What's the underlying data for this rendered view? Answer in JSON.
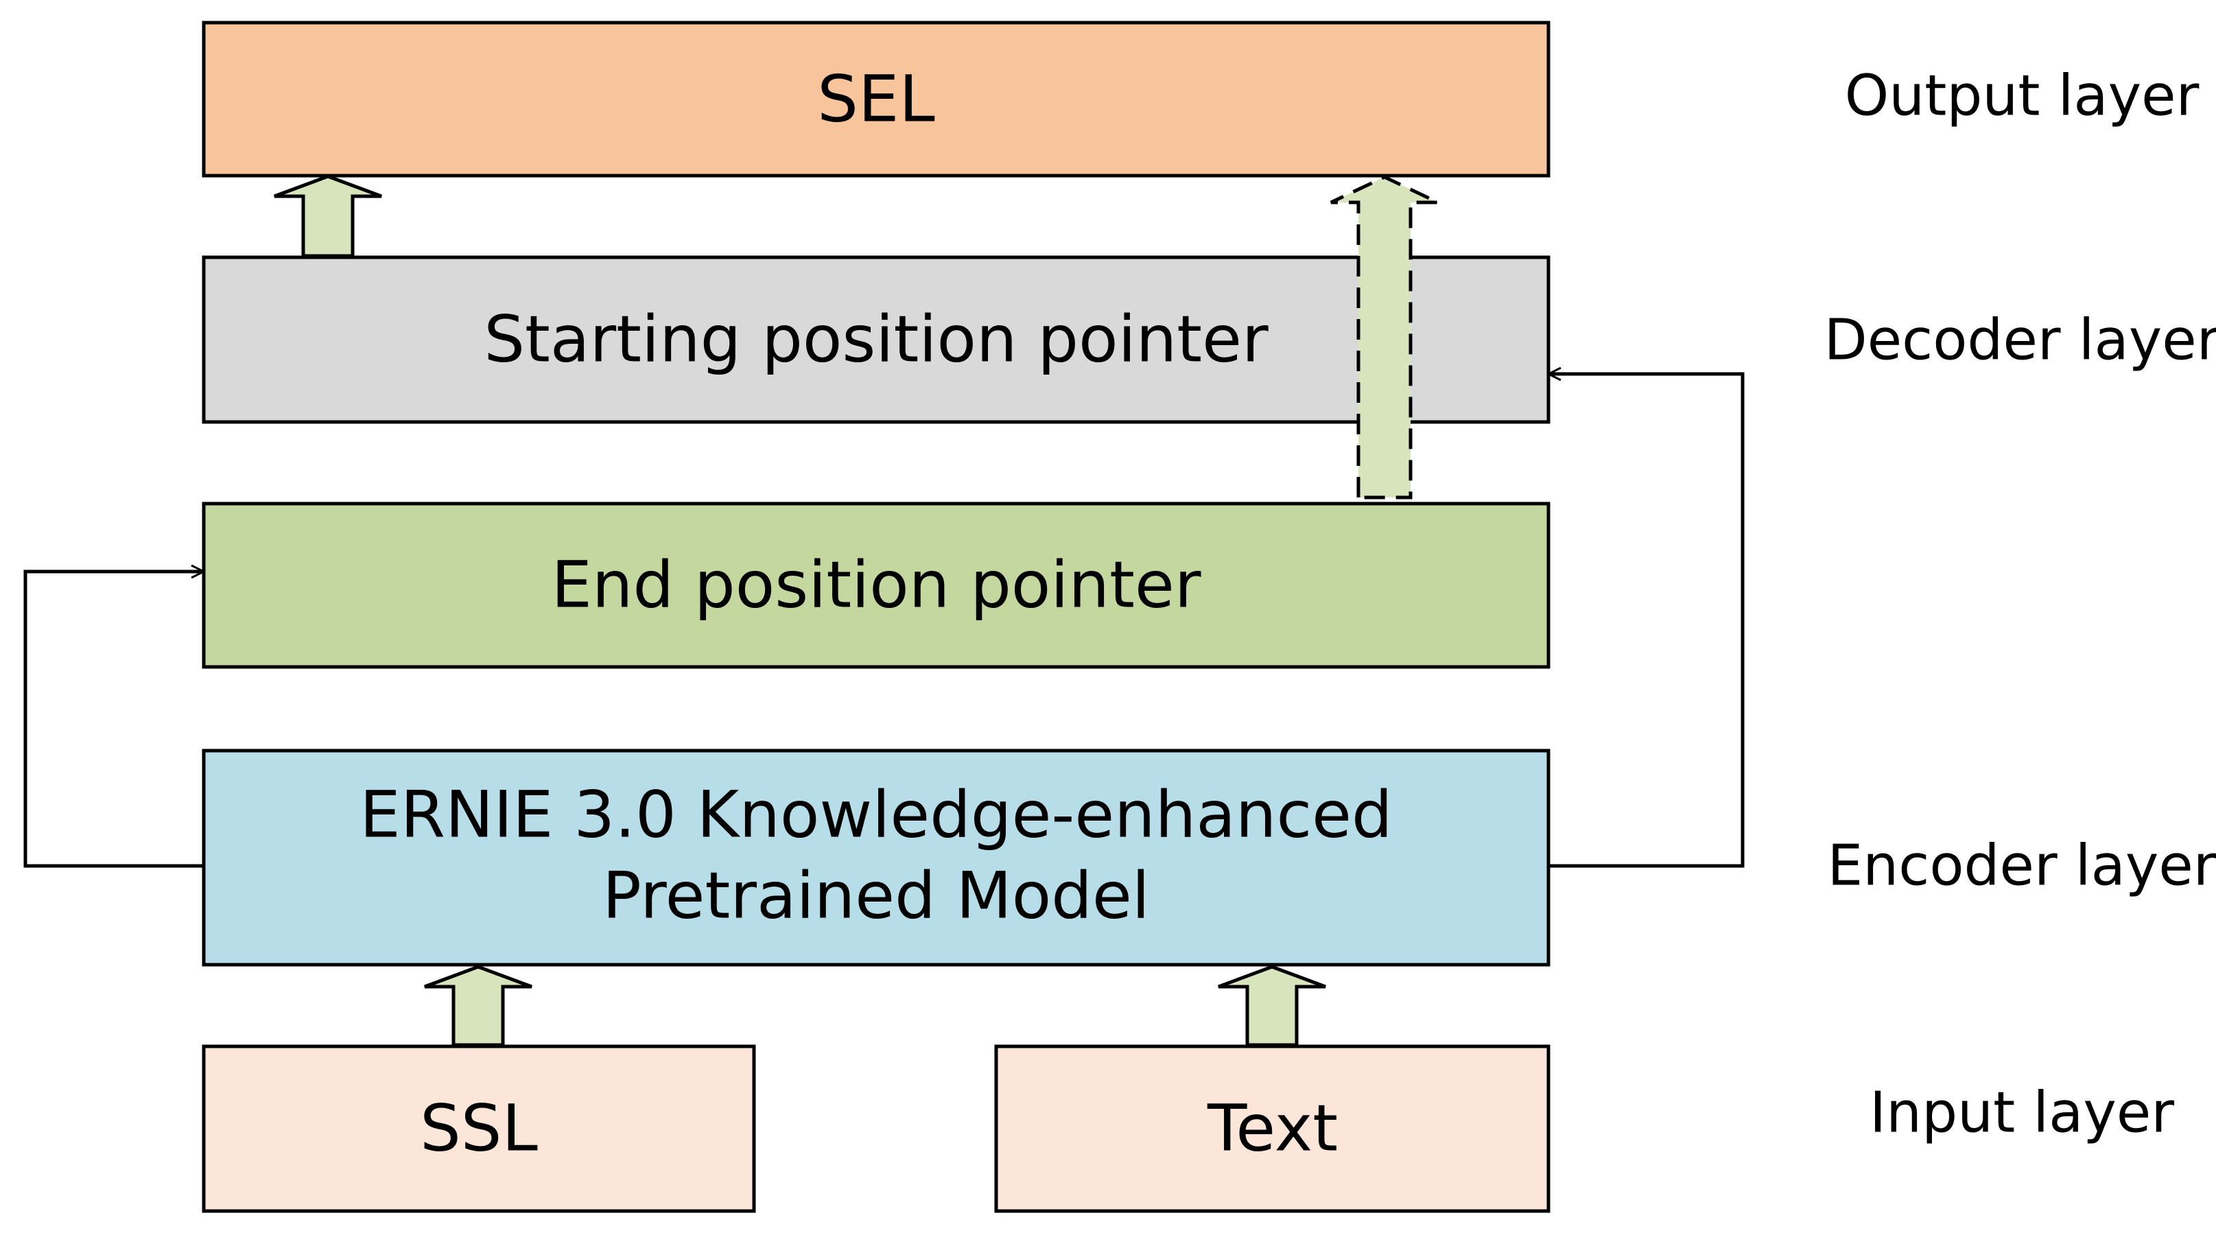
{
  "colors": {
    "output_fill": "#F8C49C",
    "decoder_fill": "#D9D9D9",
    "end_fill": "#C4D79F",
    "encoder_fill": "#B7DDE8",
    "input_fill": "#FCE6D9",
    "arrow_fill": "#D8E4BC",
    "stroke": "#000000"
  },
  "boxes": {
    "sel": "SEL",
    "start_pointer": "Starting position pointer",
    "end_pointer": "End position pointer",
    "encoder_line1": "ERNIE 3.0 Knowledge-enhanced",
    "encoder_line2": "Pretrained Model",
    "ssl": "SSL",
    "text": "Text"
  },
  "layers": {
    "output": "Output layer",
    "decoder": "Decoder layer",
    "encoder": "Encoder layer",
    "input": "Input layer"
  },
  "arrows": {
    "head": "arrow-head-icon",
    "solid": "up-block-arrow-icon",
    "dashed": "dashed-up-block-arrow-icon"
  }
}
